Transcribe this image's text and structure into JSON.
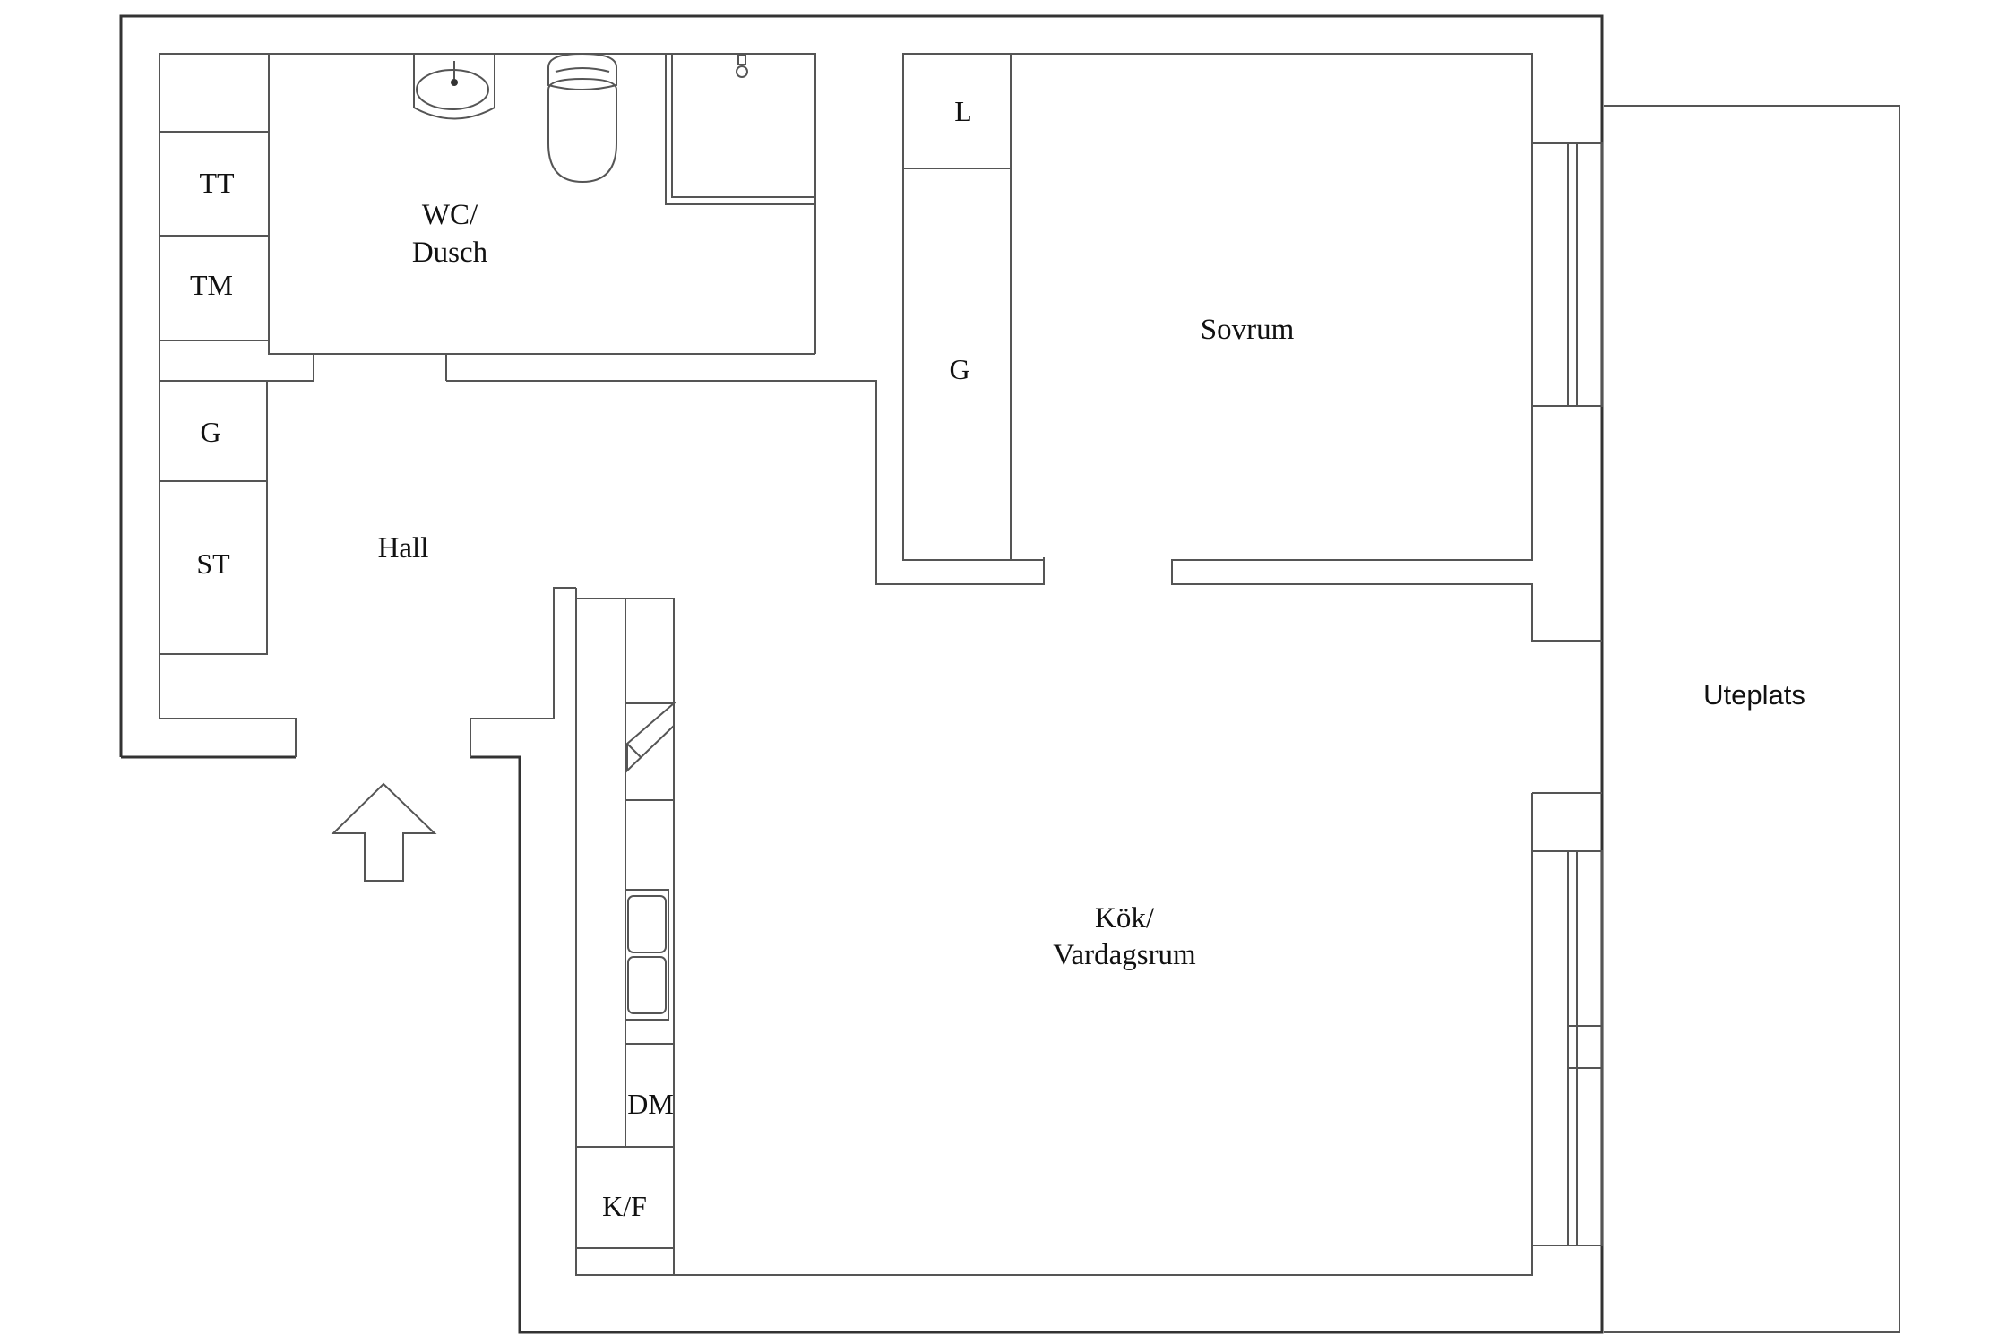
{
  "rooms": {
    "wc": [
      "WC/",
      "Dusch"
    ],
    "sovrum": "Sovrum",
    "hall": "Hall",
    "kok": [
      "Kök/",
      "Vardagsrum"
    ],
    "uteplats": "Uteplats"
  },
  "fixtures": {
    "tt": "TT",
    "tm": "TM",
    "g_hall": "G",
    "st": "ST",
    "l": "L",
    "g_bedroom": "G",
    "dm": "DM",
    "kf": "K/F"
  },
  "icons": {
    "entrance": "entrance-arrow-icon",
    "sink": "washbasin-icon",
    "toilet": "toilet-icon",
    "shower": "shower-icon",
    "stove": "stove-icon",
    "kitchen_sink": "kitchen-sink-icon"
  },
  "colors": {
    "line": "#555555",
    "text": "#111111",
    "background": "#ffffff"
  }
}
